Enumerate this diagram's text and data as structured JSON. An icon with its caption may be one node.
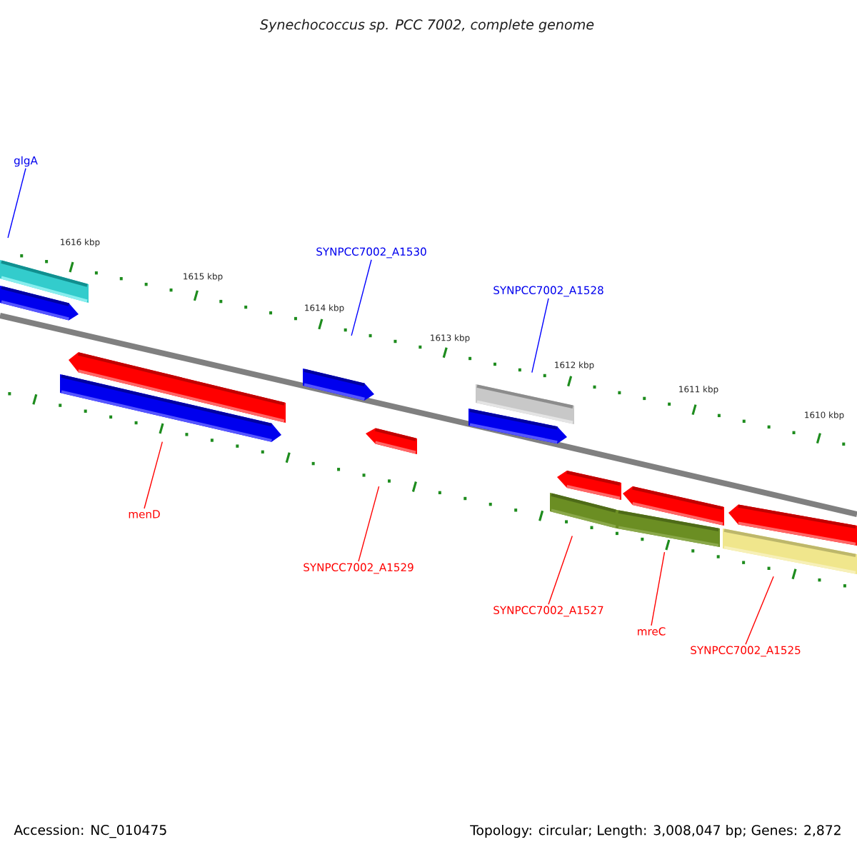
{
  "diagram": {
    "title": "Synechococcus sp. PCC 7002, complete genome",
    "nodes": [
      {
        "text": [
          "glgA"
        ]
      },
      {
        "text": [],
        "shape": "bar"
      },
      {
        "text": [
          "SYNPCC7002_A1530"
        ]
      },
      {
        "text": [],
        "shape": "bar"
      },
      {
        "text": [
          "SYNPCC7002_A1528"
        ]
      },
      {
        "text": [],
        "shape": "bar"
      },
      {
        "text": [
          "menD"
        ]
      },
      {
        "text": [],
        "shape": "bar"
      },
      {
        "text": [
          "SYNPCC7002_A1529"
        ]
      },
      {
        "text": [],
        "shape": "bar"
      },
      {
        "text": [
          "SYNPCC7002_A1527"
        ]
      },
      {
        "text": [],
        "shape": "bar"
      },
      {
        "text": [
          "mreC"
        ]
      },
      {
        "text": [],
        "shape": "bar"
      },
      {
        "text": [
          "SYNPCC7002_A1525"
        ]
      },
      {
        "text": [],
        "shape": "bar"
      }
    ],
    "edges": [
      {
        "from": 0,
        "to": 1,
        "arrow": "none",
        "color": "#0000ff"
      },
      {
        "from": 2,
        "to": 3,
        "arrow": "none",
        "color": "#0000ff"
      },
      {
        "from": 4,
        "to": 5,
        "arrow": "none",
        "color": "#0000ff"
      },
      {
        "from": 6,
        "to": 7,
        "arrow": "none",
        "color": "#ff0000"
      },
      {
        "from": 8,
        "to": 9,
        "arrow": "none",
        "color": "#ff0000"
      },
      {
        "from": 10,
        "to": 11,
        "arrow": "none",
        "color": "#ff0000"
      },
      {
        "from": 12,
        "to": 13,
        "arrow": "none",
        "color": "#ff0000"
      },
      {
        "from": 14,
        "to": 15,
        "arrow": "none",
        "color": "#ff0000"
      }
    ],
    "labels": [
      "1616 kbp",
      "1615 kbp",
      "1614 kbp",
      "1613 kbp",
      "1612 kbp",
      "1611 kbp",
      "1610 kbp",
      "Accession: NC_010475",
      "Topology: circular; Length: 3,008,047 bp; Genes: 2,872"
    ]
  }
}
